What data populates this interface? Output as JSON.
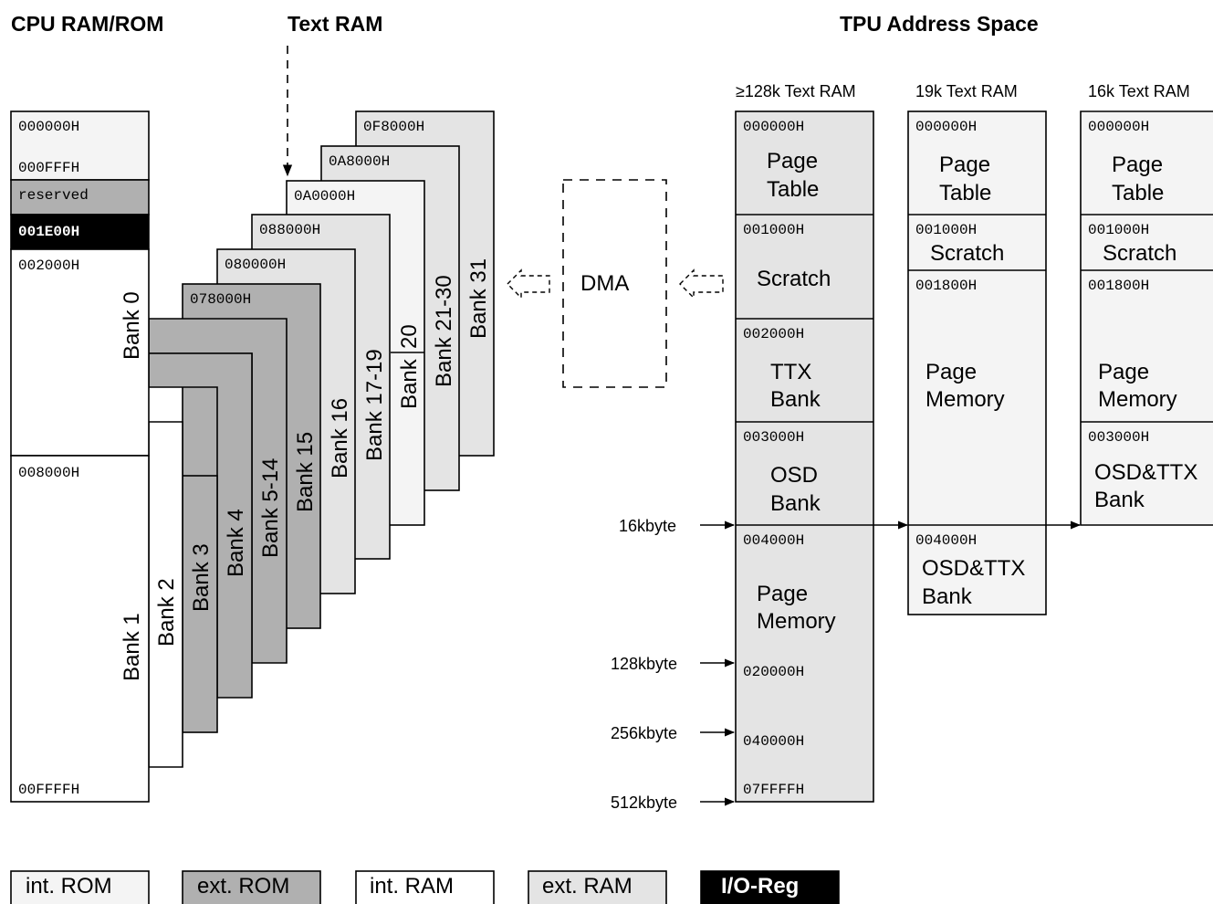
{
  "headers": {
    "cpu": "CPU RAM/ROM",
    "text_ram": "Text RAM",
    "tpu": "TPU Address Space"
  },
  "colors": {
    "int_rom": "#f4f4f4",
    "ext_rom": "#b0b0b0",
    "int_ram": "#ffffff",
    "ext_ram": "#e4e4e4",
    "io_reg": "#000000"
  },
  "cpu": {
    "addr_000000": "000000H",
    "addr_000fff": "000FFFH",
    "reserved": "reserved",
    "io_addr": "001E00H",
    "addr_002000": "002000H",
    "bank0": "Bank 0",
    "addr_008000": "008000H",
    "bank1": "Bank 1",
    "addr_00ffff": "00FFFFH"
  },
  "banks": {
    "bank2": "Bank 2",
    "bank3": "Bank 3",
    "bank4": "Bank 4",
    "bank5_14": "Bank 5-14",
    "bank15": "Bank 15",
    "bank16": "Bank 16",
    "bank17_19": "Bank 17-19",
    "bank20_a": "Bank",
    "bank20_b": "20",
    "bank21_30": "Bank 21-30",
    "bank31": "Bank 31",
    "addr_078000": "078000H",
    "addr_080000": "080000H",
    "addr_088000": "088000H",
    "addr_0a0000": "0A0000H",
    "addr_0a8000": "0A8000H",
    "addr_0f8000": "0F8000H"
  },
  "dma": "DMA",
  "tpu": {
    "col1": {
      "title": "≥128k Text RAM",
      "a0": "000000H",
      "t0a": "Page",
      "t0b": "Table",
      "a1": "001000H",
      "t1": "Scratch",
      "a2": "002000H",
      "t2a": "TTX",
      "t2b": "Bank",
      "a3": "003000H",
      "t3a": "OSD",
      "t3b": "Bank",
      "a4": "004000H",
      "t4a": "Page",
      "t4b": "Memory",
      "a5": "020000H",
      "a6": "040000H",
      "a7": "07FFFFH"
    },
    "col2": {
      "title": "19k Text RAM",
      "a0": "000000H",
      "t0a": "Page",
      "t0b": "Table",
      "a1": "001000H",
      "t1": "Scratch",
      "a2": "001800H",
      "t2a": "Page",
      "t2b": "Memory",
      "a3": "004000H",
      "t3a": "OSD&TTX",
      "t3b": "Bank"
    },
    "col3": {
      "title": "16k Text RAM",
      "a0": "000000H",
      "t0a": "Page",
      "t0b": "Table",
      "a1": "001000H",
      "t1": "Scratch",
      "a2": "001800H",
      "t2a": "Page",
      "t2b": "Memory",
      "a3": "003000H",
      "t3a": "OSD&TTX",
      "t3b": "Bank"
    },
    "sizes": {
      "s16k": "16kbyte",
      "s128k": "128kbyte",
      "s256k": "256kbyte",
      "s512k": "512kbyte"
    }
  },
  "legend": {
    "int_rom": "int. ROM",
    "ext_rom": "ext. ROM",
    "int_ram": "int. RAM",
    "ext_ram": "ext. RAM",
    "io_reg": "I/O-Reg"
  }
}
